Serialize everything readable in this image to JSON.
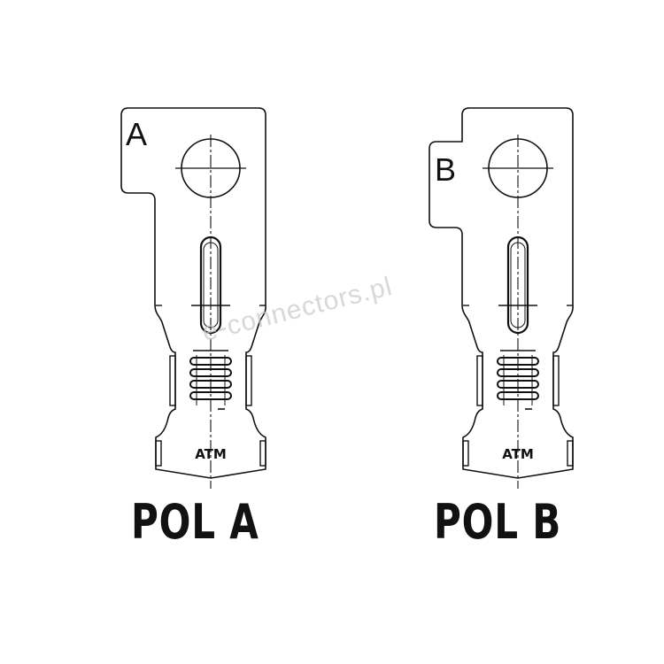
{
  "terminals": [
    {
      "tab_letter": "A",
      "caption": "POL A",
      "tab_side": "left-top"
    },
    {
      "tab_letter": "B",
      "caption": "POL B",
      "tab_side": "left-middle"
    }
  ],
  "logo_text": "ATM",
  "watermark": "e-connectors.pl",
  "colors": {
    "line": "#111111",
    "watermark": "#c8c8c8"
  }
}
